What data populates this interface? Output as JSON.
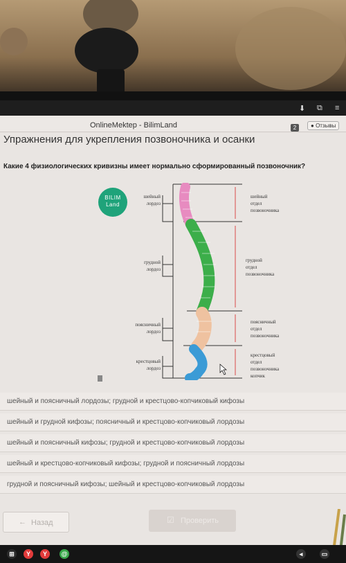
{
  "browser": {
    "tab_title": "OnlineMektep - BilimLand",
    "badge_count": "2",
    "reviews_label": "Отзывы"
  },
  "page": {
    "title": "Упражнения для укрепления позвоночника и осанки",
    "question": "Какие 4 физиологических кривизны имеет нормально сформированный позвоночник?"
  },
  "figure": {
    "logo_line1": "BILIM",
    "logo_line2": "Land",
    "left_labels": [
      [
        "шейный",
        "лордоз"
      ],
      [
        "грудной",
        "лордоз"
      ],
      [
        "поясничный",
        "лордоз"
      ],
      [
        "крестцовый",
        "лордоз"
      ]
    ],
    "right_labels": [
      [
        "шейный",
        "отдел",
        "позвоночника"
      ],
      [
        "грудной",
        "отдел",
        "позвоночника"
      ],
      [
        "поясничный",
        "отдел",
        "позвоночника"
      ],
      [
        "крестцовый",
        "отдел",
        "позвоночника",
        "копчик"
      ]
    ]
  },
  "answers": [
    "шейный и поясничный лордозы; грудной и крестцово-копчиковый кифозы",
    "шейный и грудной кифозы; поясничный и крестцово-копчиковый лордозы",
    "шейный и поясничный кифозы; грудной и крестцово-копчиковый лордозы",
    "шейный и крестцово-копчиковый кифозы; грудной и поясничный лордозы",
    "грудной и поясничный кифозы; шейный и крестцово-копчиковый лордозы"
  ],
  "buttons": {
    "back": "Назад",
    "check": "Проверить"
  },
  "colors": {
    "cervical": "#e78bc0",
    "thoracic": "#3cae4a",
    "lumbar": "#efc2a0",
    "sacral": "#3b9bd6",
    "logo": "#1fa37a"
  }
}
